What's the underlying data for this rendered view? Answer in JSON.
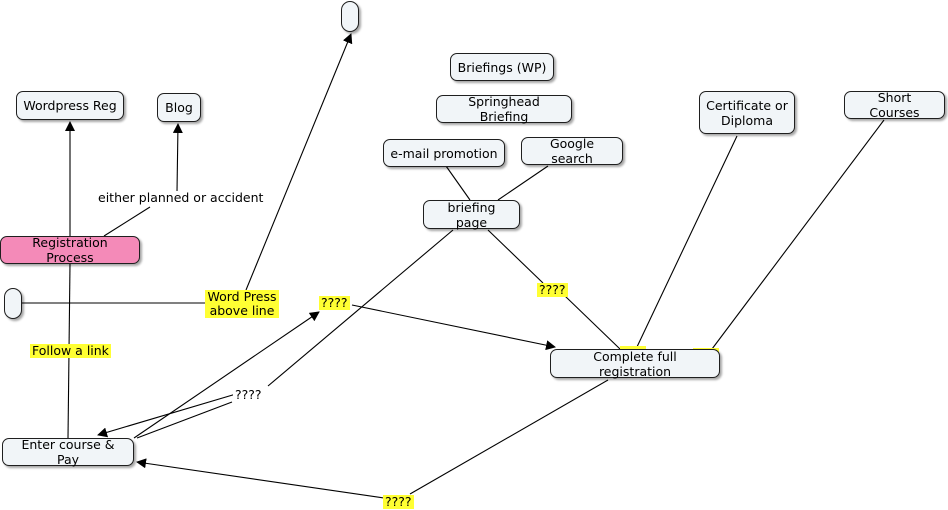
{
  "nodes": {
    "top_empty": "",
    "left_empty": "",
    "wordpress_reg": "Wordpress Reg",
    "blog": "Blog",
    "briefings_wp": "Briefings (WP)",
    "springhead": "Springhead Briefing",
    "email_promo": "e-mail promotion",
    "google_search": "Google search",
    "briefing_page": "briefing page",
    "certificate": "Certificate or Diploma",
    "short_courses": "Short Courses",
    "registration_process": "Registration Process",
    "complete_full_registration": "Complete full registration",
    "enter_course_pay": "Enter course & Pay"
  },
  "labels": {
    "either_planned": "either planned or accident",
    "word_press_line1": "Word Press",
    "word_press_line2": "above line",
    "follow_link": "Follow a link",
    "q_mid": "????",
    "q_right": "????",
    "q_left_low": "????",
    "q_bottom": "????"
  },
  "colors": {
    "node_fill": "#f1f5f8",
    "registration_fill": "#f48ab8",
    "highlight": "#ffff33",
    "line": "#000000"
  }
}
